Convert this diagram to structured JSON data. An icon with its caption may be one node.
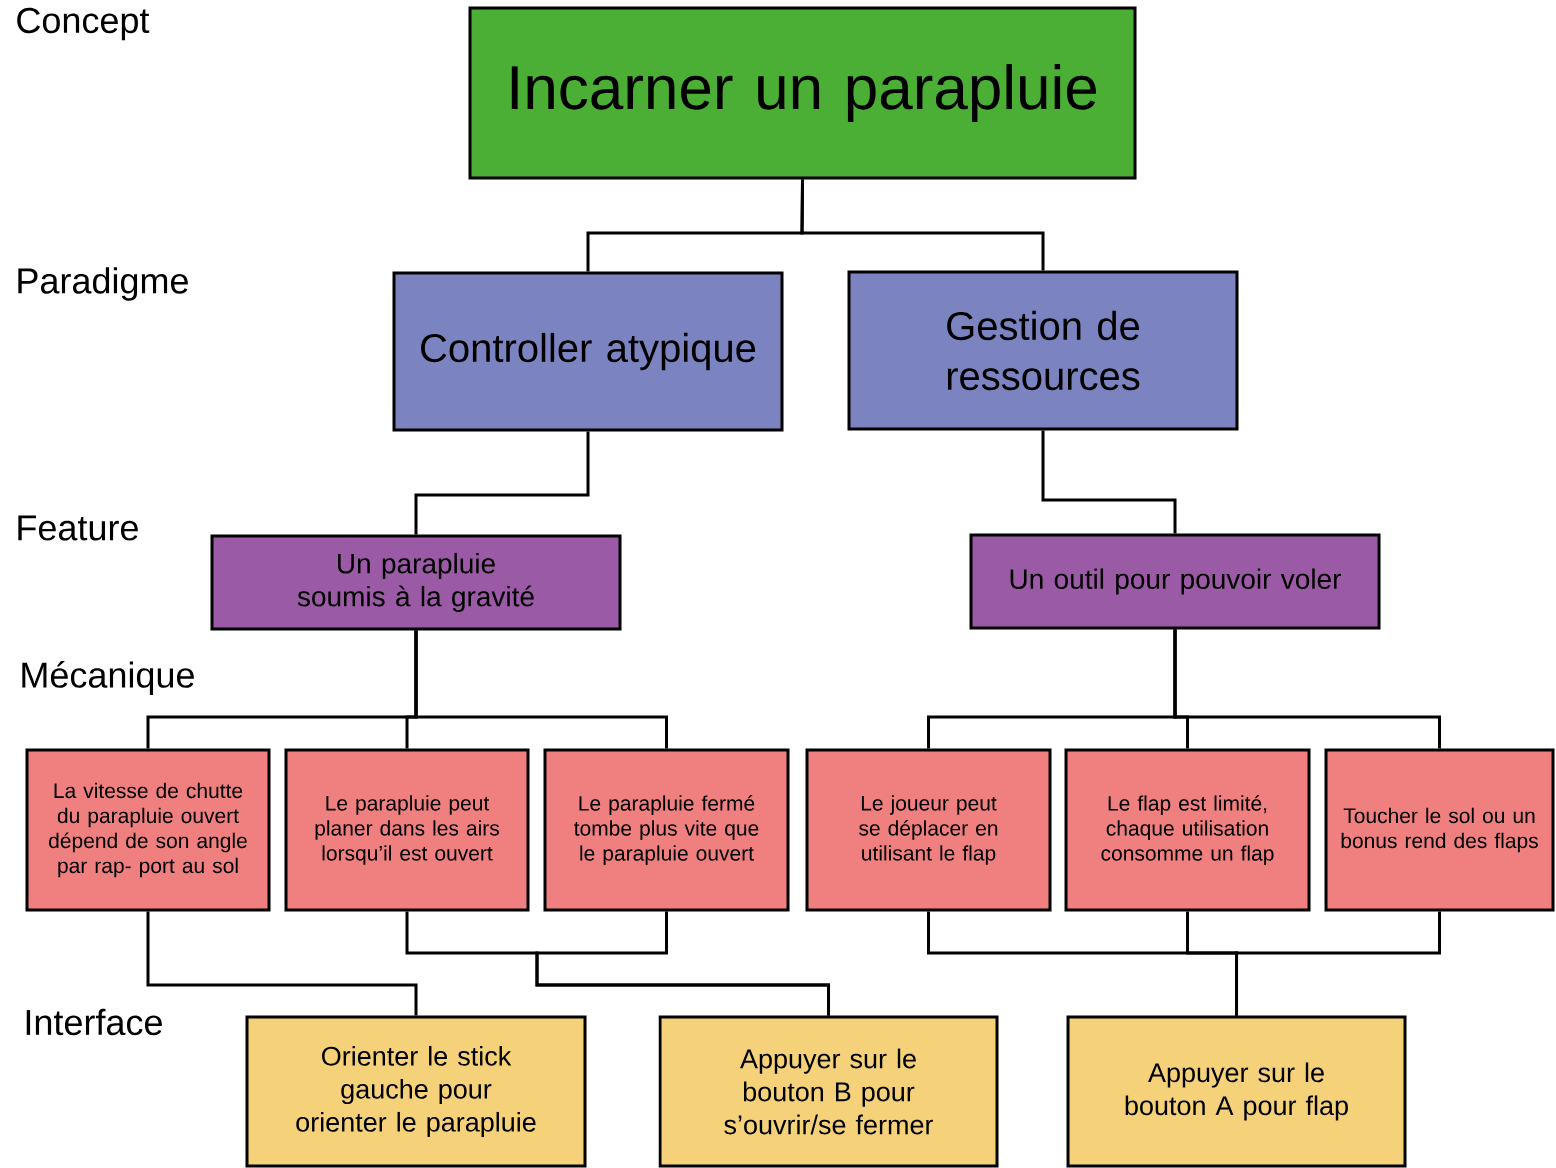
{
  "diagram": {
    "nodes": [
      {
        "text": [
          "Incarner un parapluie"
        ]
      },
      {
        "text": [
          "Controller atypique"
        ]
      },
      {
        "text": [
          "Gestion de ressources"
        ]
      },
      {
        "text": [
          "Un parapluie soumis à la gravité"
        ]
      },
      {
        "text": [
          "Un outil pour pouvoir voler"
        ]
      },
      {
        "text": [
          "La vitesse de chutte du parapluie ouvert dépend de son angle par rap- port au sol"
        ]
      },
      {
        "text": [
          "Le parapluie peut planer dans les airs lorsqu’il est ouvert"
        ]
      },
      {
        "text": [
          "Le parapluie fermé tombe plus vite que le parapluie ouvert"
        ]
      },
      {
        "text": [
          "Le joueur peut se déplacer en utilisant le flap"
        ]
      },
      {
        "text": [
          "Le flap est limité, chaque utilisation consomme un flap"
        ]
      },
      {
        "text": [
          "Toucher le sol ou un bonus rend des flaps"
        ]
      },
      {
        "text": [
          "Orienter le stick gauche pour orienter le parapluie"
        ]
      },
      {
        "text": [
          "Appuyer sur le bouton B pour s’ouvrir/se fermer"
        ]
      },
      {
        "text": [
          "Appuyer sur le bouton A pour flap"
        ]
      }
    ],
    "edges": [
      {
        "from": 0,
        "to": 1,
        "arrow": "none"
      },
      {
        "from": 0,
        "to": 2,
        "arrow": "none"
      },
      {
        "from": 1,
        "to": 3,
        "arrow": "none"
      },
      {
        "from": 2,
        "to": 4,
        "arrow": "none"
      },
      {
        "from": 3,
        "to": 5,
        "arrow": "none"
      },
      {
        "from": 3,
        "to": 6,
        "arrow": "none"
      },
      {
        "from": 3,
        "to": 7,
        "arrow": "none"
      },
      {
        "from": 4,
        "to": 8,
        "arrow": "none"
      },
      {
        "from": 4,
        "to": 9,
        "arrow": "none"
      },
      {
        "from": 4,
        "to": 10,
        "arrow": "none"
      },
      {
        "from": 5,
        "to": 11,
        "arrow": "none"
      },
      {
        "from": 6,
        "to": 12,
        "arrow": "none"
      },
      {
        "from": 7,
        "to": 12,
        "arrow": "none"
      },
      {
        "from": 8,
        "to": 13,
        "arrow": "none"
      },
      {
        "from": 9,
        "to": 13,
        "arrow": "none"
      },
      {
        "from": 10,
        "to": 13,
        "arrow": "none"
      }
    ],
    "labels": [
      "Concept",
      "Paradigme",
      "Feature",
      "Mécanique",
      "Interface"
    ]
  }
}
